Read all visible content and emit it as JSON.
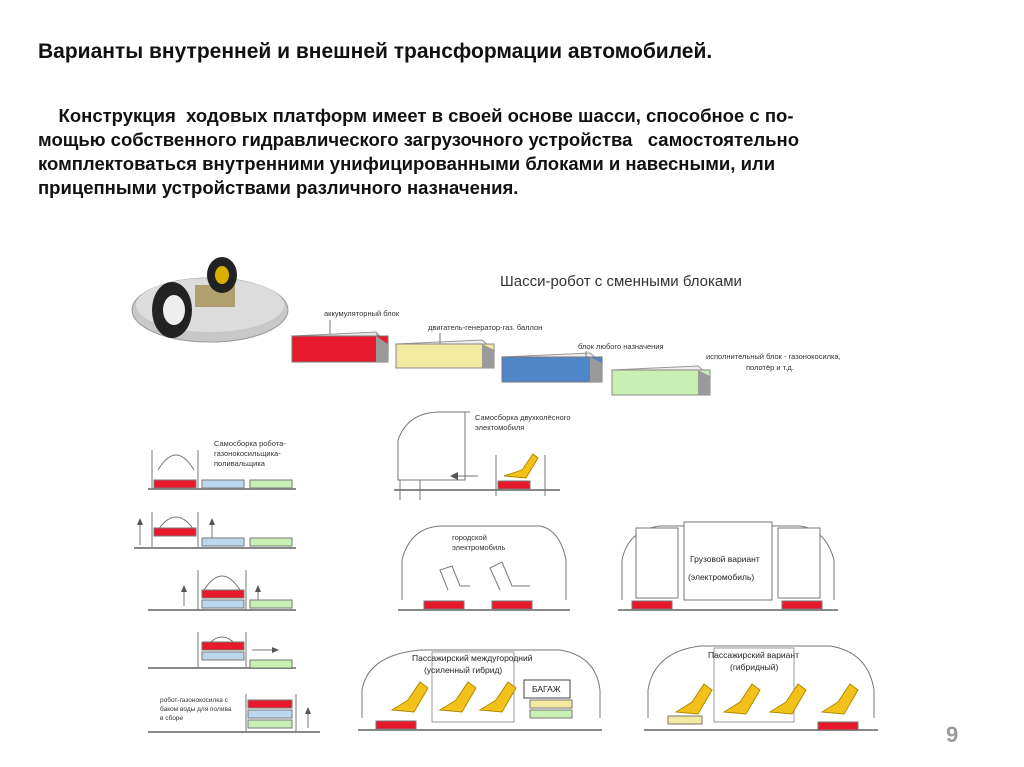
{
  "title": "Варианты внутренней и внешней трансформации автомобилей.",
  "paragraph_lines": [
    "    Конструкция  ходовых платформ имеет в своей основе шасси, способное с по-",
    "мощью собственного гидравлического загрузочного устройства   самостоятельно",
    "комплектоваться внутренними унифицированными блоками и навесными, или",
    "прицепными устройствами различного назначения."
  ],
  "figure": {
    "header": "Шасси-робот с сменными блоками",
    "block_labels": {
      "battery": "аккумуляторный блок",
      "generator": "двигатель-генератор-газ. баллон",
      "general": "блок любого назначения",
      "executive_1": "исполнительный блок -  газонокосилка,",
      "executive_2": "полотёр и т.д."
    },
    "two_seat_1": "Самосборка двухколёсного",
    "two_seat_2": "электомобиля",
    "mower_1": "Самосборка робота-",
    "mower_2": "газонокосильщика-",
    "mower_3": "поливальщика",
    "city_1": "городской",
    "city_2": "электромобиль",
    "cargo_1": "Грузовой вариант",
    "cargo_2": "(электромобиль)",
    "intercity_1": "Пассажирский междугородний",
    "intercity_2": "(усиленный гибрид)",
    "baggage": "БАГАЖ",
    "hybrid_1": "Пассажирский вариант",
    "hybrid_2": "(гибридный)",
    "robot_1": "робот-газонокосилка с",
    "robot_2": "баком воды для полива",
    "robot_3": "в сборе"
  },
  "page_number": "9",
  "colors": {
    "red_block": "#e8192c",
    "yellow_block": "#f3eaa0",
    "blue_block": "#4f86c8",
    "green_block": "#c9f0b4",
    "seat_yellow": "#f2c21a"
  }
}
